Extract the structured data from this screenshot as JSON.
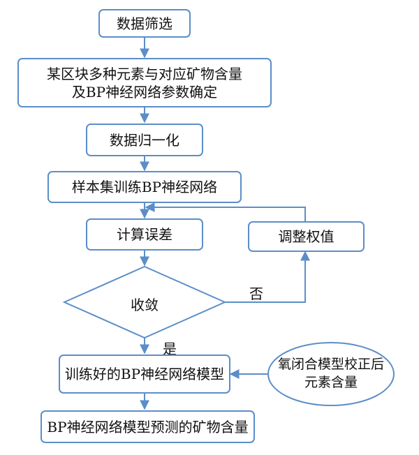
{
  "nodes": {
    "data_filter": "数据筛选",
    "element_determination": [
      "某区块多种元素与对应矿物含量",
      "及BP神经网络参数确定"
    ],
    "normalization": "数据归一化",
    "training": "样本集训练BP神经网络",
    "compute_error": "计算误差",
    "adjust_weights": "调整权值",
    "converge": "收敛",
    "trained_model": "训练好的BP神经网络模型",
    "corrected_content": [
      "氧闭合模型校正后",
      "元素含量"
    ],
    "prediction": "BP神经网络模型预测的矿物含量"
  },
  "edge_labels": {
    "no": "否",
    "yes": "是"
  },
  "colors": {
    "stroke": "#5b8ec8",
    "text": "#111111",
    "background": "#ffffff"
  }
}
